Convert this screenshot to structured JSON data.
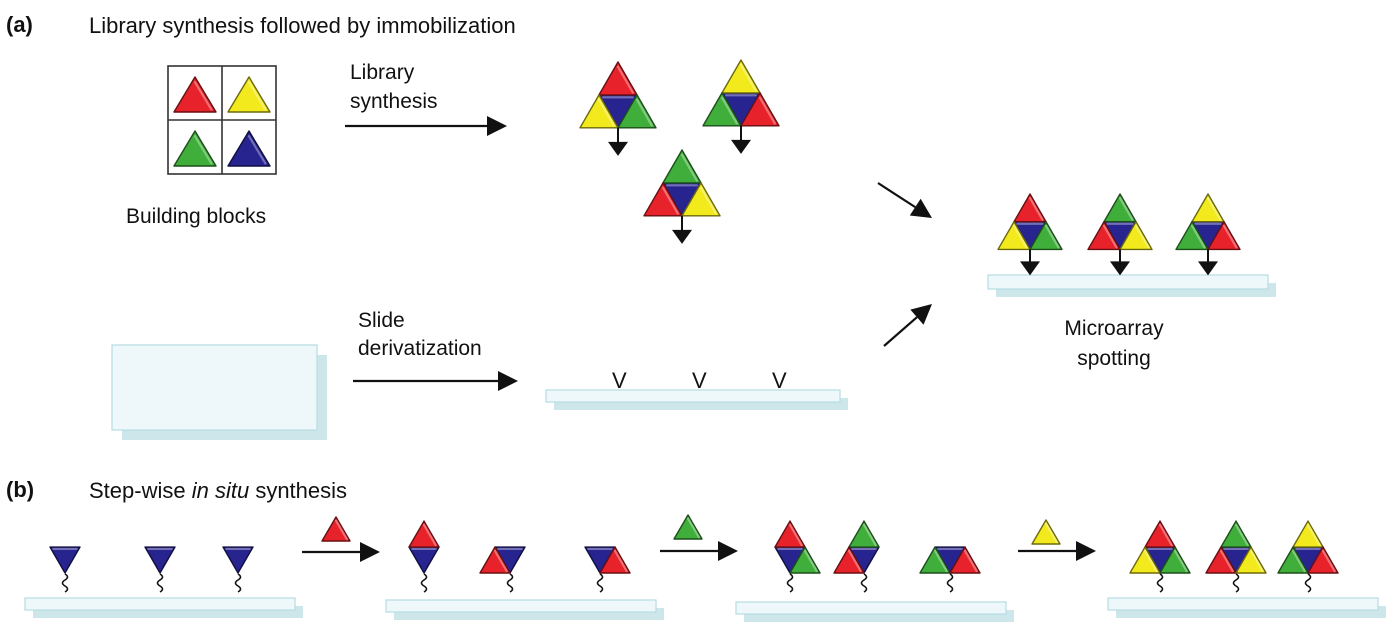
{
  "panel_a": {
    "label": "(a)",
    "title": "Library synthesis followed by immobilization",
    "building_blocks_caption": "Building blocks",
    "building_blocks": [
      "red",
      "yellow",
      "green",
      "blue"
    ],
    "library_arrow_label_line1": "Library",
    "library_arrow_label_line2": "synthesis",
    "library_compounds": [
      {
        "top": "red",
        "left": "yellow",
        "right": "green",
        "center": "blue"
      },
      {
        "top": "yellow",
        "left": "green",
        "right": "red",
        "center": "blue"
      },
      {
        "top": "green",
        "left": "red",
        "right": "yellow",
        "center": "blue"
      }
    ],
    "slide_arrow_label_line1": "Slide",
    "slide_arrow_label_line2": "derivatization",
    "linker_mark": "V",
    "linker_count": 3,
    "microarray_caption_line1": "Microarray",
    "microarray_caption_line2": "spotting",
    "microarray_compounds": [
      {
        "top": "red",
        "left": "yellow",
        "right": "green",
        "center": "blue"
      },
      {
        "top": "green",
        "left": "red",
        "right": "yellow",
        "center": "blue"
      },
      {
        "top": "yellow",
        "left": "green",
        "right": "red",
        "center": "blue"
      }
    ]
  },
  "panel_b": {
    "label": "(b)",
    "title_prefix": "Step-wise ",
    "title_italic": "in situ",
    "title_suffix": " synthesis",
    "steps": [
      {
        "reagent": null,
        "spots": [
          {
            "center": "blue"
          },
          {
            "center": "blue"
          },
          {
            "center": "blue"
          }
        ]
      },
      {
        "reagent": "red",
        "spots": [
          {
            "center": "blue",
            "top": "red"
          },
          {
            "center": "blue",
            "left": "red"
          },
          {
            "center": "blue",
            "right": "red"
          }
        ]
      },
      {
        "reagent": "green",
        "spots": [
          {
            "center": "blue",
            "top": "red",
            "right": "green"
          },
          {
            "center": "blue",
            "top": "green",
            "left": "red"
          },
          {
            "center": "blue",
            "left": "green",
            "right": "red"
          }
        ]
      },
      {
        "reagent": "yellow",
        "spots": [
          {
            "center": "blue",
            "top": "red",
            "left": "yellow",
            "right": "green"
          },
          {
            "center": "blue",
            "top": "green",
            "left": "red",
            "right": "yellow"
          },
          {
            "center": "blue",
            "top": "yellow",
            "left": "green",
            "right": "red"
          }
        ]
      }
    ]
  },
  "colors": {
    "red": "#e8222a",
    "yellow": "#f2ea1c",
    "green": "#3fae3a",
    "blue": "#27238f",
    "slide_top": "#eef8fa",
    "slide_bottom": "#cce6ea",
    "slide_edge": "#b5dde3",
    "ink": "#111111"
  }
}
